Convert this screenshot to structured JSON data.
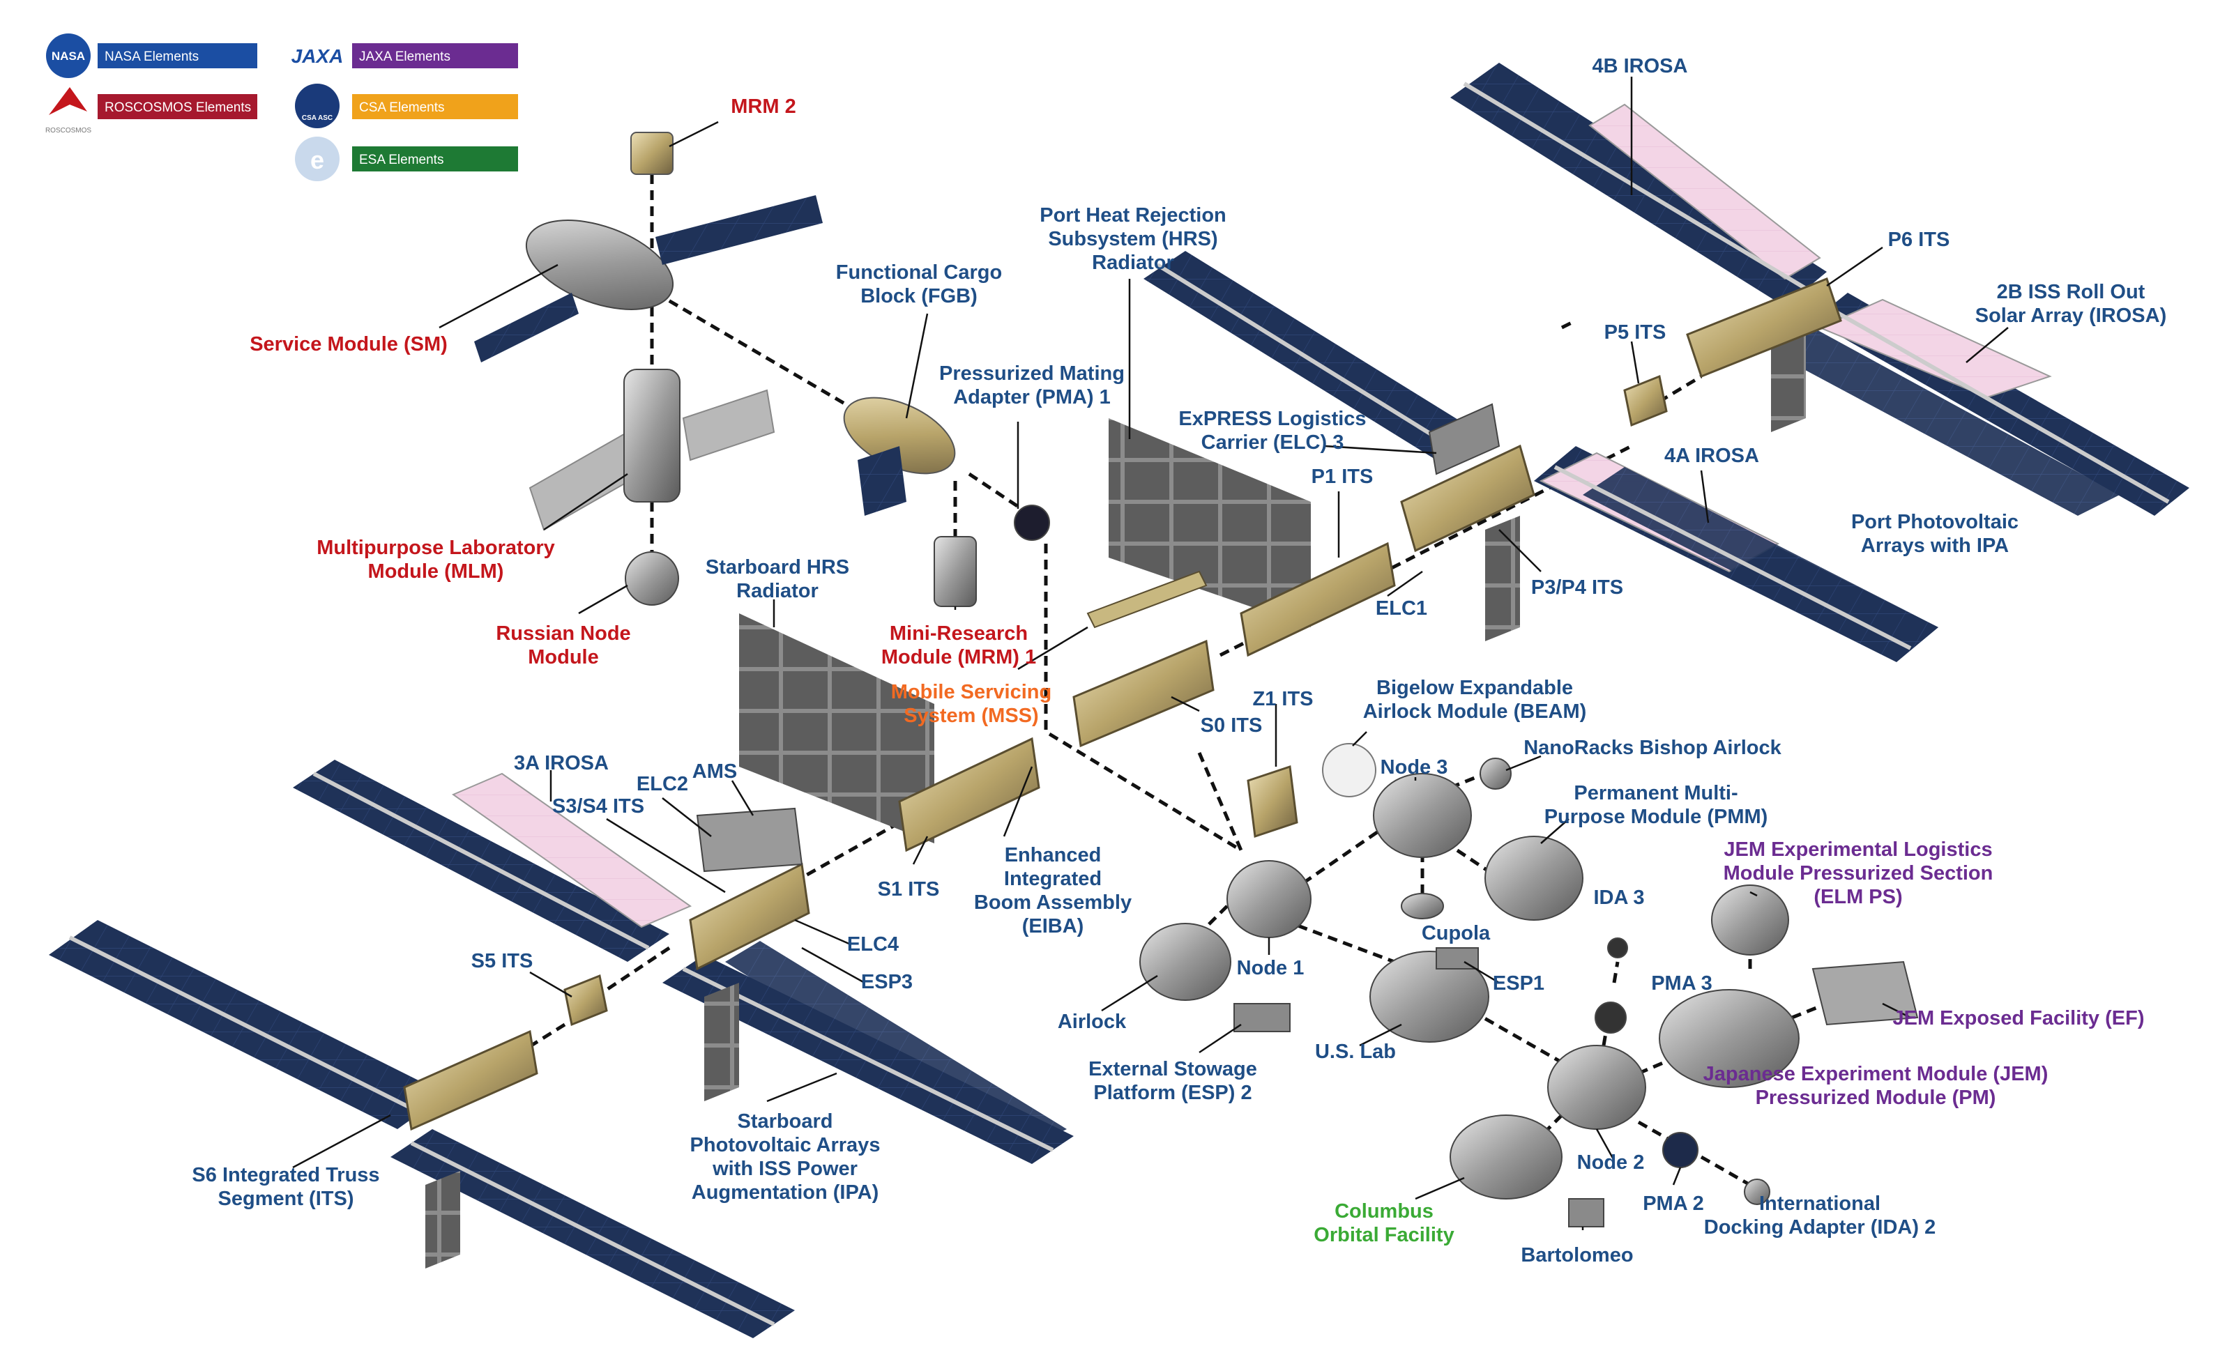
{
  "colors": {
    "nasa": "#1b4ea3",
    "roscosmos": "#a6192e",
    "jaxa": "#6b2c91",
    "csa": "#f0a21b",
    "esa": "#1e7a34",
    "mss": "#f26a22",
    "label_blue": "#1f4e86",
    "label_red": "#c4161c",
    "label_purple": "#6b2c91",
    "label_green": "#3aaa35",
    "panel_dark": "#1e2f55",
    "panel_light": "#f3d7e8",
    "truss": "#c9b98a"
  },
  "legend": {
    "nasa": {
      "label": "NASA Elements",
      "logo_text": "NASA"
    },
    "roscosmos": {
      "label": "ROSCOSMOS Elements",
      "logo_text": "ROSCOSMOS"
    },
    "jaxa": {
      "label": "JAXA Elements",
      "logo_text": "JAXA"
    },
    "csa": {
      "label": "CSA Elements",
      "logo_text": "CSA ASC"
    },
    "esa": {
      "label": "ESA Elements",
      "logo_text": "e"
    }
  },
  "labels": {
    "mrm2": [
      "MRM 2"
    ],
    "sm": [
      "Service Module (SM)"
    ],
    "fgb": [
      "Functional Cargo",
      "Block (FGB)"
    ],
    "pma1": [
      "Pressurized Mating",
      "Adapter (PMA) 1"
    ],
    "port_hrs": [
      "Port Heat Rejection",
      "Subsystem (HRS)",
      "Radiator"
    ],
    "irosa_4b": [
      "4B IROSA"
    ],
    "p6": [
      "P6 ITS"
    ],
    "irosa_2b": [
      "2B ISS Roll Out",
      "Solar Array (IROSA)"
    ],
    "p5": [
      "P5 ITS"
    ],
    "elc3": [
      "ExPRESS Logistics",
      "Carrier (ELC) 3"
    ],
    "irosa_4a": [
      "4A IROSA"
    ],
    "p1": [
      "P1 ITS"
    ],
    "port_pv": [
      "Port Photovoltaic",
      "Arrays with IPA"
    ],
    "mlm": [
      "Multipurpose Laboratory",
      "Module (MLM)"
    ],
    "p3p4": [
      "P3/P4 ITS"
    ],
    "elc1": [
      "ELC1"
    ],
    "russian_node": [
      "Russian Node",
      "Module"
    ],
    "stbd_hrs": [
      "Starboard HRS",
      "Radiator"
    ],
    "mrm1": [
      "Mini-Research",
      "Module (MRM) 1"
    ],
    "mss": [
      "Mobile Servicing",
      "System (MSS)"
    ],
    "z1": [
      "Z1 ITS"
    ],
    "beam": [
      "Bigelow Expandable",
      "Airlock Module (BEAM)"
    ],
    "s0": [
      "S0 ITS"
    ],
    "irosa_3a": [
      "3A IROSA"
    ],
    "ams": [
      "AMS"
    ],
    "elc2": [
      "ELC2"
    ],
    "s3s4": [
      "S3/S4 ITS"
    ],
    "node3": [
      "Node 3"
    ],
    "bishop": [
      "NanoRacks Bishop Airlock"
    ],
    "pmm": [
      "Permanent Multi-",
      "Purpose Module (PMM)"
    ],
    "elm_ps": [
      "JEM Experimental Logistics",
      "Module Pressurized Section",
      "(ELM PS)"
    ],
    "s1": [
      "S1 ITS"
    ],
    "eiba": [
      "Enhanced",
      "Integrated",
      "Boom Assembly",
      "(EIBA)"
    ],
    "ida3": [
      "IDA 3"
    ],
    "cupola": [
      "Cupola"
    ],
    "elc4": [
      "ELC4"
    ],
    "esp3": [
      "ESP3"
    ],
    "s5": [
      "S5 ITS"
    ],
    "node1": [
      "Node 1"
    ],
    "pma3": [
      "PMA 3"
    ],
    "esp1": [
      "ESP1"
    ],
    "jem_ef": [
      "JEM Exposed Facility (EF)"
    ],
    "airlock": [
      "Airlock"
    ],
    "us_lab": [
      "U.S. Lab"
    ],
    "jem_pm": [
      "Japanese Experiment Module (JEM)",
      "Pressurized Module (PM)"
    ],
    "esp2": [
      "External Stowage",
      "Platform (ESP) 2"
    ],
    "stbd_pv": [
      "Starboard",
      "Photovoltaic Arrays",
      "with ISS Power",
      "Augmentation (IPA)"
    ],
    "s6": [
      "S6 Integrated Truss",
      "Segment (ITS)"
    ],
    "node2": [
      "Node 2"
    ],
    "columbus": [
      "Columbus",
      "Orbital Facility"
    ],
    "pma2": [
      "PMA 2"
    ],
    "ida2": [
      "International",
      "Docking Adapter (IDA) 2"
    ],
    "bartolomeo": [
      "Bartolomeo"
    ]
  }
}
